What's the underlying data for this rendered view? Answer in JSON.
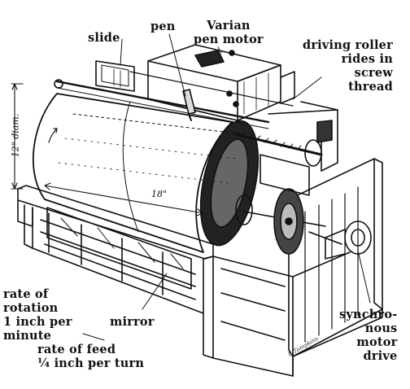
{
  "labels": {
    "slide": "slide",
    "pen": "pen",
    "varian_pen_motor": "Varian\npen motor",
    "driving_roller": "driving roller\nrides in\nscrew\nthread",
    "rate_rotation": "rate of\nrotation\n1 inch per\nminute",
    "rate_feed": "rate of feed\n¼ inch per turn",
    "mirror": "mirror",
    "synchronous": "synchro-\nnous\nmotor\ndrive"
  },
  "dimensions": {
    "diameter": "12\" diam.",
    "length": "18\""
  },
  "signature": "B.Tompkins"
}
